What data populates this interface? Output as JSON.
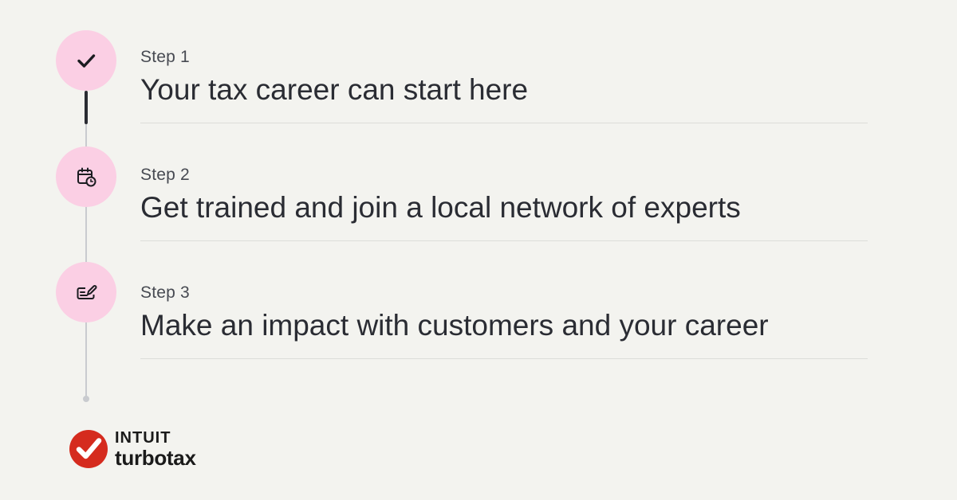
{
  "steps": [
    {
      "label": "Step 1",
      "title": "Your tax career can start here",
      "icon": "checkmark-icon",
      "status": "complete"
    },
    {
      "label": "Step 2",
      "title": "Get trained and join a local network of experts",
      "icon": "calendar-clock-icon",
      "status": "upcoming"
    },
    {
      "label": "Step 3",
      "title": "Make an impact with customers and your career",
      "icon": "signature-icon",
      "status": "upcoming"
    }
  ],
  "logo": {
    "brand_line": "INTUIT",
    "product_line": "turbotax"
  },
  "colors": {
    "background": "#f3f3ef",
    "step_circle": "#fbcfe4",
    "text": "#2a2c33",
    "brand_red": "#d52b1e"
  }
}
